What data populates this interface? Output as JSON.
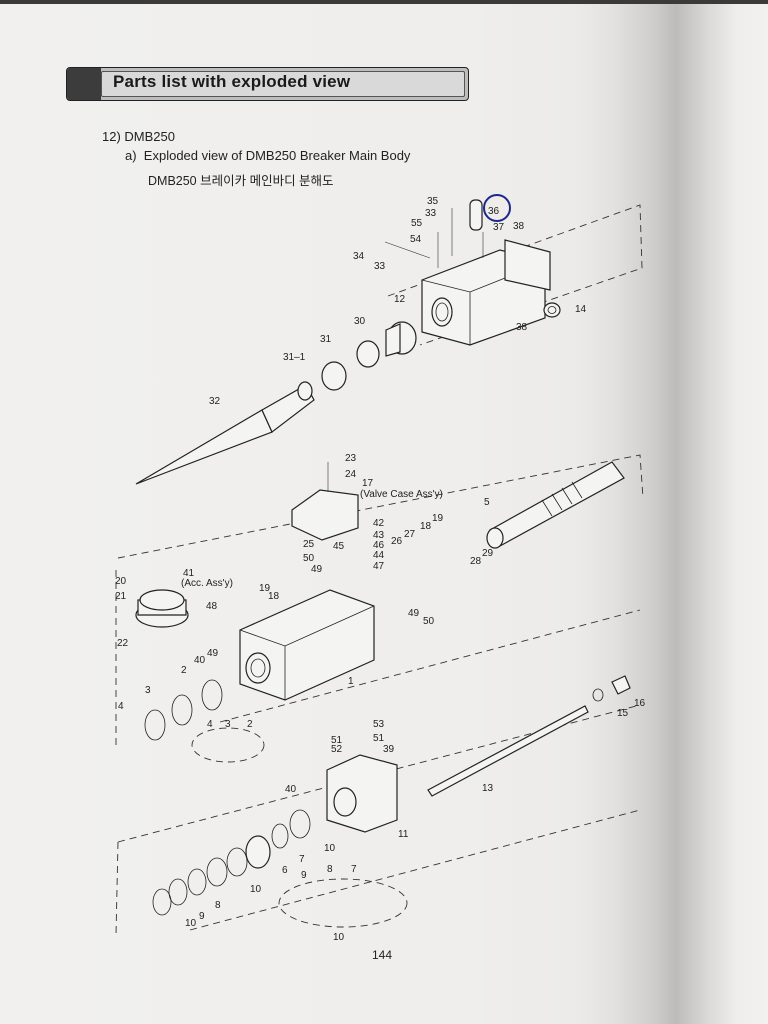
{
  "section": {
    "title": "Parts list with exploded view"
  },
  "heading": {
    "model": "12) DMB250",
    "item_letter": "a)",
    "item_title": "Exploded view of DMB250 Breaker Main Body",
    "korean_caption": "DMB250 브레이카 메인바디 분해도"
  },
  "assemblies": {
    "valve_case": "(Valve Case Ass'y)",
    "acc": "(Acc. Ass'y)"
  },
  "callouts": {
    "c35": "35",
    "c33a": "33",
    "c36": "36",
    "c37": "37",
    "c38a": "38",
    "c55": "55",
    "c54": "54",
    "c34": "34",
    "c33b": "33",
    "c12": "12",
    "c14": "14",
    "c38b": "38",
    "c30": "30",
    "c31": "31",
    "c31_1": "31–1",
    "c32": "32",
    "c23": "23",
    "c24": "24",
    "c17": "17",
    "c5": "5",
    "c42": "42",
    "c43": "43",
    "c46": "46",
    "c44": "44",
    "c47": "47",
    "c19a": "19",
    "c18a": "18",
    "c27": "27",
    "c26": "26",
    "c29": "29",
    "c28": "28",
    "c25": "25",
    "c45": "45",
    "c50a": "50",
    "c49a": "49",
    "c41": "41",
    "c20": "20",
    "c21": "21",
    "c19b": "19",
    "c18b": "18",
    "c48": "48",
    "c49b": "49",
    "c50b": "50",
    "c22": "22",
    "c49c": "49",
    "c40a": "40",
    "c2a": "2",
    "c1": "1",
    "c3a": "3",
    "c4a": "4",
    "d4": "4",
    "d3": "3",
    "d2": "2",
    "c53": "53",
    "c51a": "51",
    "c51b": "51",
    "c52": "52",
    "c39": "39",
    "c15": "15",
    "c16": "16",
    "c13": "13",
    "c40b": "40",
    "c11": "11",
    "c10a": "10",
    "c7a": "7",
    "c6": "6",
    "c10b": "10",
    "c8a": "8",
    "c9a": "9",
    "c10c": "10",
    "c8b": "8",
    "c7b": "7",
    "c9b": "9",
    "c10d": "10"
  },
  "page": {
    "number": "144"
  }
}
